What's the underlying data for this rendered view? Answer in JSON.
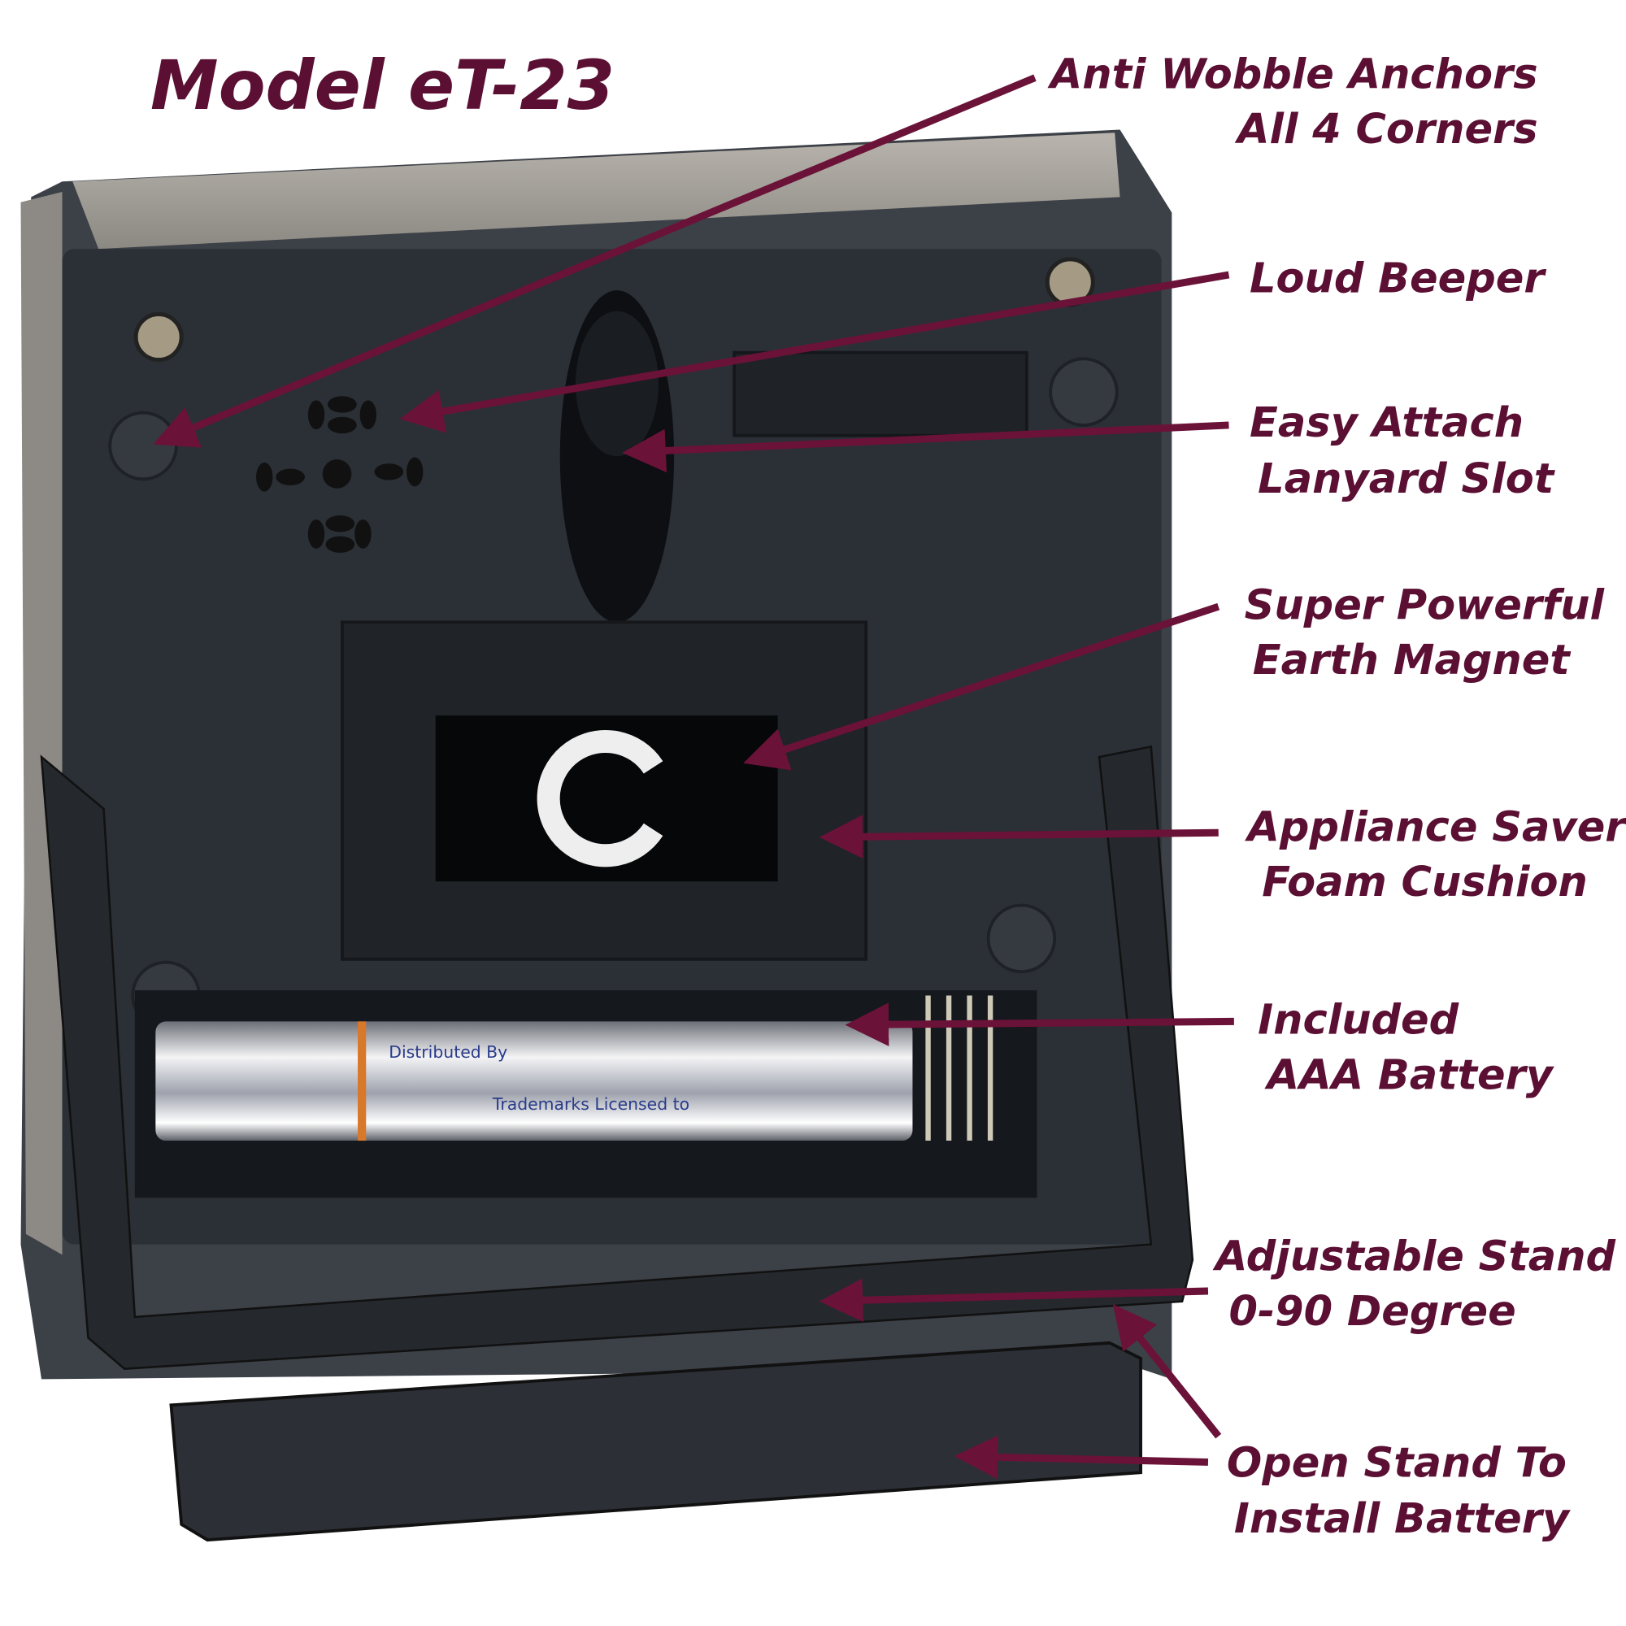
{
  "title": "Model eT-23",
  "callouts": [
    {
      "lines": [
        "Anti  Wobble Anchors",
        "All 4 Corners"
      ]
    },
    {
      "lines": [
        "Loud Beeper"
      ]
    },
    {
      "lines": [
        "Easy Attach",
        "Lanyard Slot"
      ]
    },
    {
      "lines": [
        "Super Powerful",
        "Earth Magnet"
      ]
    },
    {
      "lines": [
        "Appliance Saver",
        "Foam Cushion"
      ]
    },
    {
      "lines": [
        "Included",
        "AAA Battery"
      ]
    },
    {
      "lines": [
        "Adjustable Stand",
        "0-90 Degree"
      ]
    },
    {
      "lines": [
        "Open Stand To",
        "Install Battery"
      ]
    }
  ],
  "battery_label": {
    "line1": "Distributed By",
    "line2": "Trademarks Licensed to"
  },
  "colors": {
    "accent": "#5a0f33",
    "arrow": "#6b1238",
    "body": "#2b3036"
  }
}
